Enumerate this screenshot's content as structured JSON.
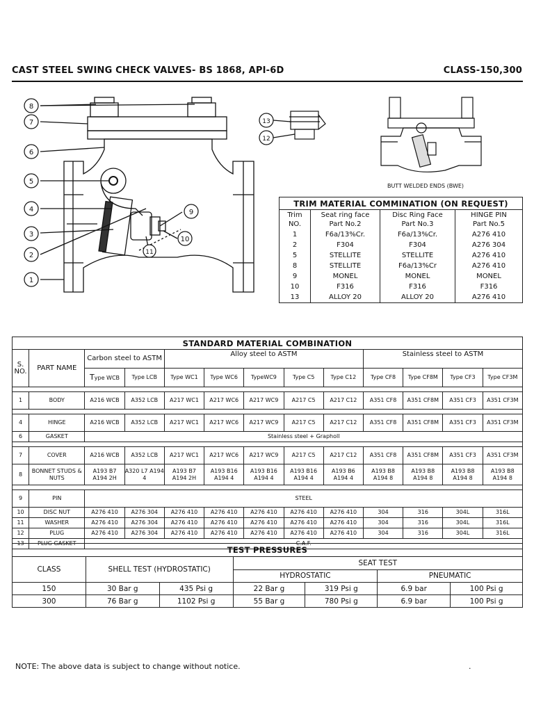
{
  "header": {
    "title": "CAST STEEL SWING CHECK VALVES- BS 1868, API-6D",
    "class": "CLASS-150,300"
  },
  "diagram": {
    "callouts": [
      "8",
      "7",
      "6",
      "5",
      "4",
      "3",
      "2",
      "1",
      "9",
      "10",
      "11",
      "13",
      "12"
    ],
    "bwe_label": "BUTT WELDED ENDS (BWE)"
  },
  "trim": {
    "caption": "TRIM MATERIAL COMMINATION (ON REQUEST)",
    "headers": [
      [
        "Trim",
        "NO."
      ],
      [
        "Seat ring face",
        "Part No.2"
      ],
      [
        "Disc Ring Face",
        "Part No.3"
      ],
      [
        "HINGE PIN",
        "Part No.5"
      ]
    ],
    "rows": [
      [
        "1",
        "F6a/13%Cr.",
        "F6a/13%Cr.",
        "A276  410"
      ],
      [
        "2",
        "F304",
        "F304",
        "A276  304"
      ],
      [
        "5",
        "STELLITE",
        "STELLITE",
        "A276  410"
      ],
      [
        "8",
        "STELLITE",
        "F6a/13%Cr",
        "A276  410"
      ],
      [
        "9",
        "MONEL",
        "MONEL",
        "MONEL"
      ],
      [
        "10",
        "F316",
        "F316",
        "F316"
      ],
      [
        "13",
        "ALLOY 20",
        "ALLOY 20",
        "A276  410"
      ]
    ]
  },
  "standard": {
    "caption": "STANDARD MATERIAL COMBINATION",
    "sno": "S. NO.",
    "part": "PART NAME",
    "groups": [
      "Carbon steel to ASTM",
      "Alloy steel to ASTM",
      "Stainless steel to ASTM"
    ],
    "types": [
      {
        "pre": "T",
        "txt": "ype WCB"
      },
      {
        "pre": "",
        "txt": "Type LCB"
      },
      {
        "pre": "",
        "txt": "Type WC1"
      },
      {
        "pre": "",
        "txt": "Type WC6"
      },
      {
        "pre": "",
        "txt": "TypeWC9"
      },
      {
        "pre": "",
        "txt": "Type C5"
      },
      {
        "pre": "",
        "txt": "Type C12"
      },
      {
        "pre": "",
        "txt": "Type CF8"
      },
      {
        "pre": "",
        "txt": "Type CF8M"
      },
      {
        "pre": "",
        "txt": "Type CF3"
      },
      {
        "pre": "",
        "txt": "Type CF3M"
      }
    ],
    "rows": {
      "r1": {
        "no": "1",
        "name": "BODY",
        "v": [
          "A216 WCB",
          "A352 LCB",
          "A217 WC1",
          "A217 WC6",
          "A217 WC9",
          "A217 C5",
          "A217 C12",
          "A351 CF8",
          "A351 CF8M",
          "A351 CF3",
          "A351 CF3M"
        ]
      },
      "r4": {
        "no": "4",
        "name": "HINGE",
        "v": [
          "A216 WCB",
          "A352 LCB",
          "A217 WC1",
          "A217 WC6",
          "A217 WC9",
          "A217 C5",
          "A217 C12",
          "A351 CF8",
          "A351 CF8M",
          "A351 CF3",
          "A351 CF3M"
        ]
      },
      "r6": {
        "no": "6",
        "name": "GASKET",
        "span": "Stainless steel + Grapholl"
      },
      "r7": {
        "no": "7",
        "name": "COVER",
        "v": [
          "A216 WCB",
          "A352 LCB",
          "A217 WC1",
          "A217 WC6",
          "A217 WC9",
          "A217 C5",
          "A217 C12",
          "A351 CF8",
          "A351 CF8M",
          "A351 CF3",
          "A351 CF3M"
        ]
      },
      "r8": {
        "no": "8",
        "name": "BONNET STUDS & NUTS",
        "v": [
          "A193 B7 A194 2H",
          "A320 L7 A194 4",
          "A193 B7 A194 2H",
          "A193 B16 A194 4",
          "A193 B16 A194 4",
          "A193 B16 A194 4",
          "A193 B6 A194 4",
          "A193 B8 A194 8",
          "A193 B8 A194 8",
          "A193 B8 A194 8",
          "A193 B8 A194 8"
        ]
      },
      "r9": {
        "no": "9",
        "name": "PIN",
        "span": "STEEL"
      },
      "r10": {
        "no": "10",
        "name": "DISC NUT",
        "v": [
          "A276 410",
          "A276 304",
          "A276 410",
          "A276 410",
          "A276 410",
          "A276 410",
          "A276 410",
          "304",
          "316",
          "304L",
          "316L"
        ]
      },
      "r11": {
        "no": "11",
        "name": "WASHER",
        "v": [
          "A276 410",
          "A276 304",
          "A276 410",
          "A276 410",
          "A276 410",
          "A276 410",
          "A276 410",
          "304",
          "316",
          "304L",
          "316L"
        ]
      },
      "r12": {
        "no": "12",
        "name": "PLUG",
        "v": [
          "A276 410",
          "A276 304",
          "A276 410",
          "A276 410",
          "A276 410",
          "A276 410",
          "A276 410",
          "304",
          "316",
          "304L",
          "316L"
        ]
      },
      "r13": {
        "no": "13",
        "name": "PLUG GASKET",
        "span": "C.A.F."
      }
    }
  },
  "pressures": {
    "caption": "TEST PRESSURES",
    "class_h": "CLASS",
    "shell_h": "SHELL TEST (HYDROSTATIC)",
    "seat_h": "SEAT TEST",
    "hydro_h": "HYDROSTATIC",
    "pneu_h": "PNEUMATIC",
    "rows": [
      [
        "150",
        "30 Bar g",
        "435 Psi g",
        "22 Bar g",
        "319 Psi g",
        "6.9 bar",
        "100 Psi g"
      ],
      [
        "300",
        "76 Bar g",
        "1102 Psi g",
        "55 Bar g",
        "780 Psi g",
        "6.9 bar",
        "100 Psi g"
      ]
    ]
  },
  "note": "NOTE: The above data is subject to change without notice.",
  "trailing_mark": "."
}
